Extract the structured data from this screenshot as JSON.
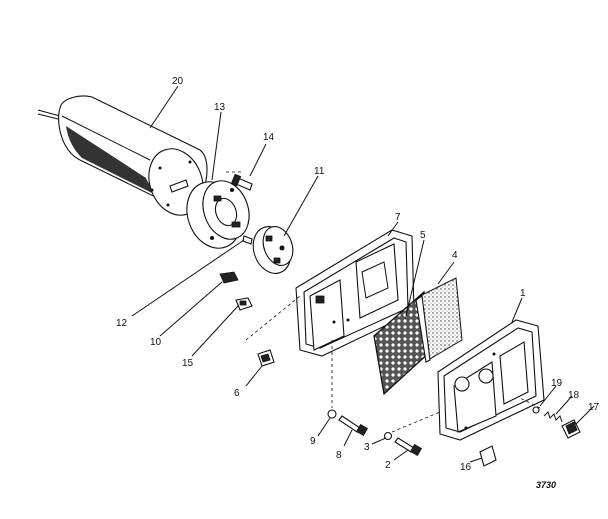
{
  "diagram": {
    "reference_number": "3730",
    "parts": [
      {
        "id": "20",
        "label": "20"
      },
      {
        "id": "13",
        "label": "13"
      },
      {
        "id": "14",
        "label": "14"
      },
      {
        "id": "11",
        "label": "11"
      },
      {
        "id": "12",
        "label": "12"
      },
      {
        "id": "10",
        "label": "10"
      },
      {
        "id": "15",
        "label": "15"
      },
      {
        "id": "7",
        "label": "7"
      },
      {
        "id": "6",
        "label": "6"
      },
      {
        "id": "5",
        "label": "5"
      },
      {
        "id": "4",
        "label": "4"
      },
      {
        "id": "1",
        "label": "1"
      },
      {
        "id": "9",
        "label": "9"
      },
      {
        "id": "8",
        "label": "8"
      },
      {
        "id": "3",
        "label": "3"
      },
      {
        "id": "2",
        "label": "2"
      },
      {
        "id": "16",
        "label": "16"
      },
      {
        "id": "19",
        "label": "19"
      },
      {
        "id": "18",
        "label": "18"
      },
      {
        "id": "17",
        "label": "17"
      }
    ]
  }
}
